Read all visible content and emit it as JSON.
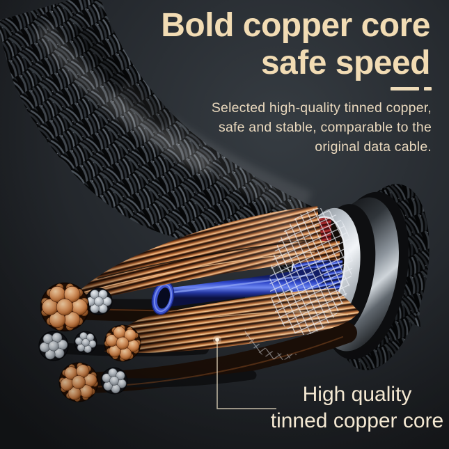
{
  "background": {
    "base": "#24282d",
    "vignette": "#17191c"
  },
  "headline": {
    "line1": "Bold copper core",
    "line2": "safe speed",
    "color": "#f2dcb4"
  },
  "divider": {
    "color": "#eedbb9"
  },
  "description": {
    "color": "#ead9be",
    "lines": [
      "Selected high-quality tinned copper,",
      "safe and stable, comparable to the",
      "original data cable."
    ]
  },
  "callout": {
    "color": "#f4e8d2",
    "line1": "High quality",
    "line2": "tinned copper core"
  },
  "illustration": {
    "parts": [
      {
        "name": "braided-nylon-sheath",
        "color": "#0a0b0c"
      },
      {
        "name": "gloss-metal-collar",
        "color": "#8d959d"
      },
      {
        "name": "aluminum-shield-ring",
        "color": "#f2f5f8"
      },
      {
        "name": "shield-mesh-net",
        "color": "#eaeef3"
      },
      {
        "name": "copper-strand-fan",
        "color": "#dd9255"
      },
      {
        "name": "blue-insulated-wire",
        "color": "#4e68e8"
      },
      {
        "name": "red-insulated-wire",
        "color": "#c43a3c"
      },
      {
        "name": "copper-core-bundle",
        "color": "#e7a873"
      },
      {
        "name": "tinned-core-bundle",
        "color": "#ccd3da"
      }
    ]
  }
}
